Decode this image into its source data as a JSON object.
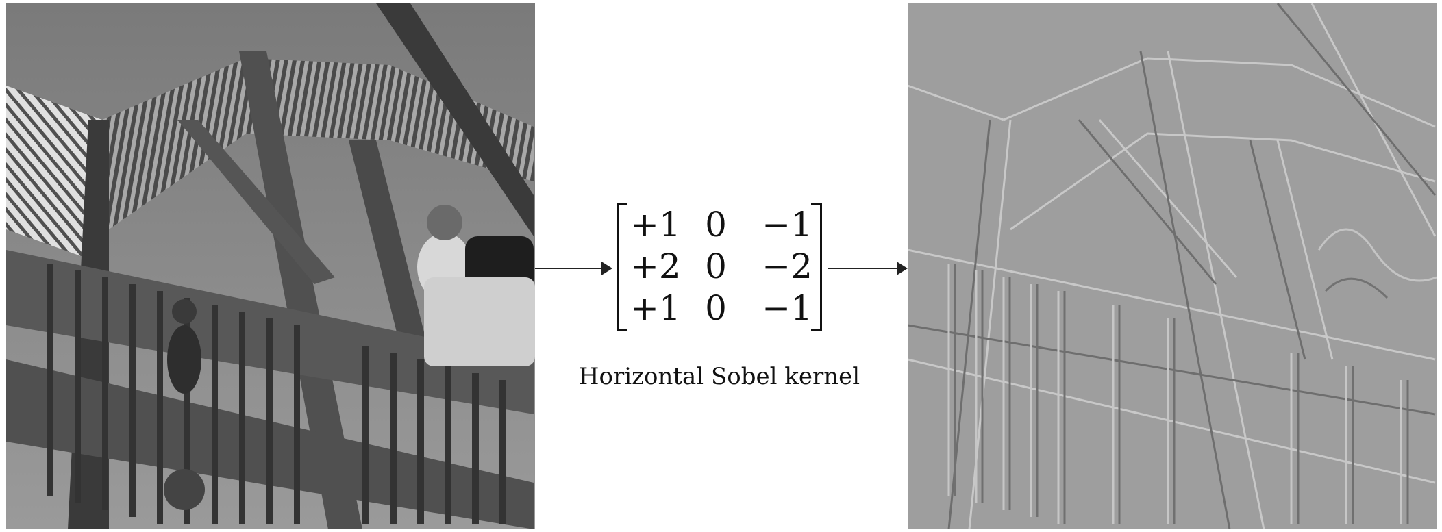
{
  "figure": {
    "input_image": {
      "description_name": "grayscale-staircase-photo"
    },
    "output_image": {
      "description_name": "horizontal-sobel-filtered-image"
    },
    "kernel": {
      "rows": [
        [
          "+1",
          "0",
          "−1"
        ],
        [
          "+2",
          "0",
          "−2"
        ],
        [
          "+1",
          "0",
          "−1"
        ]
      ],
      "caption": "Horizontal Sobel kernel"
    }
  }
}
